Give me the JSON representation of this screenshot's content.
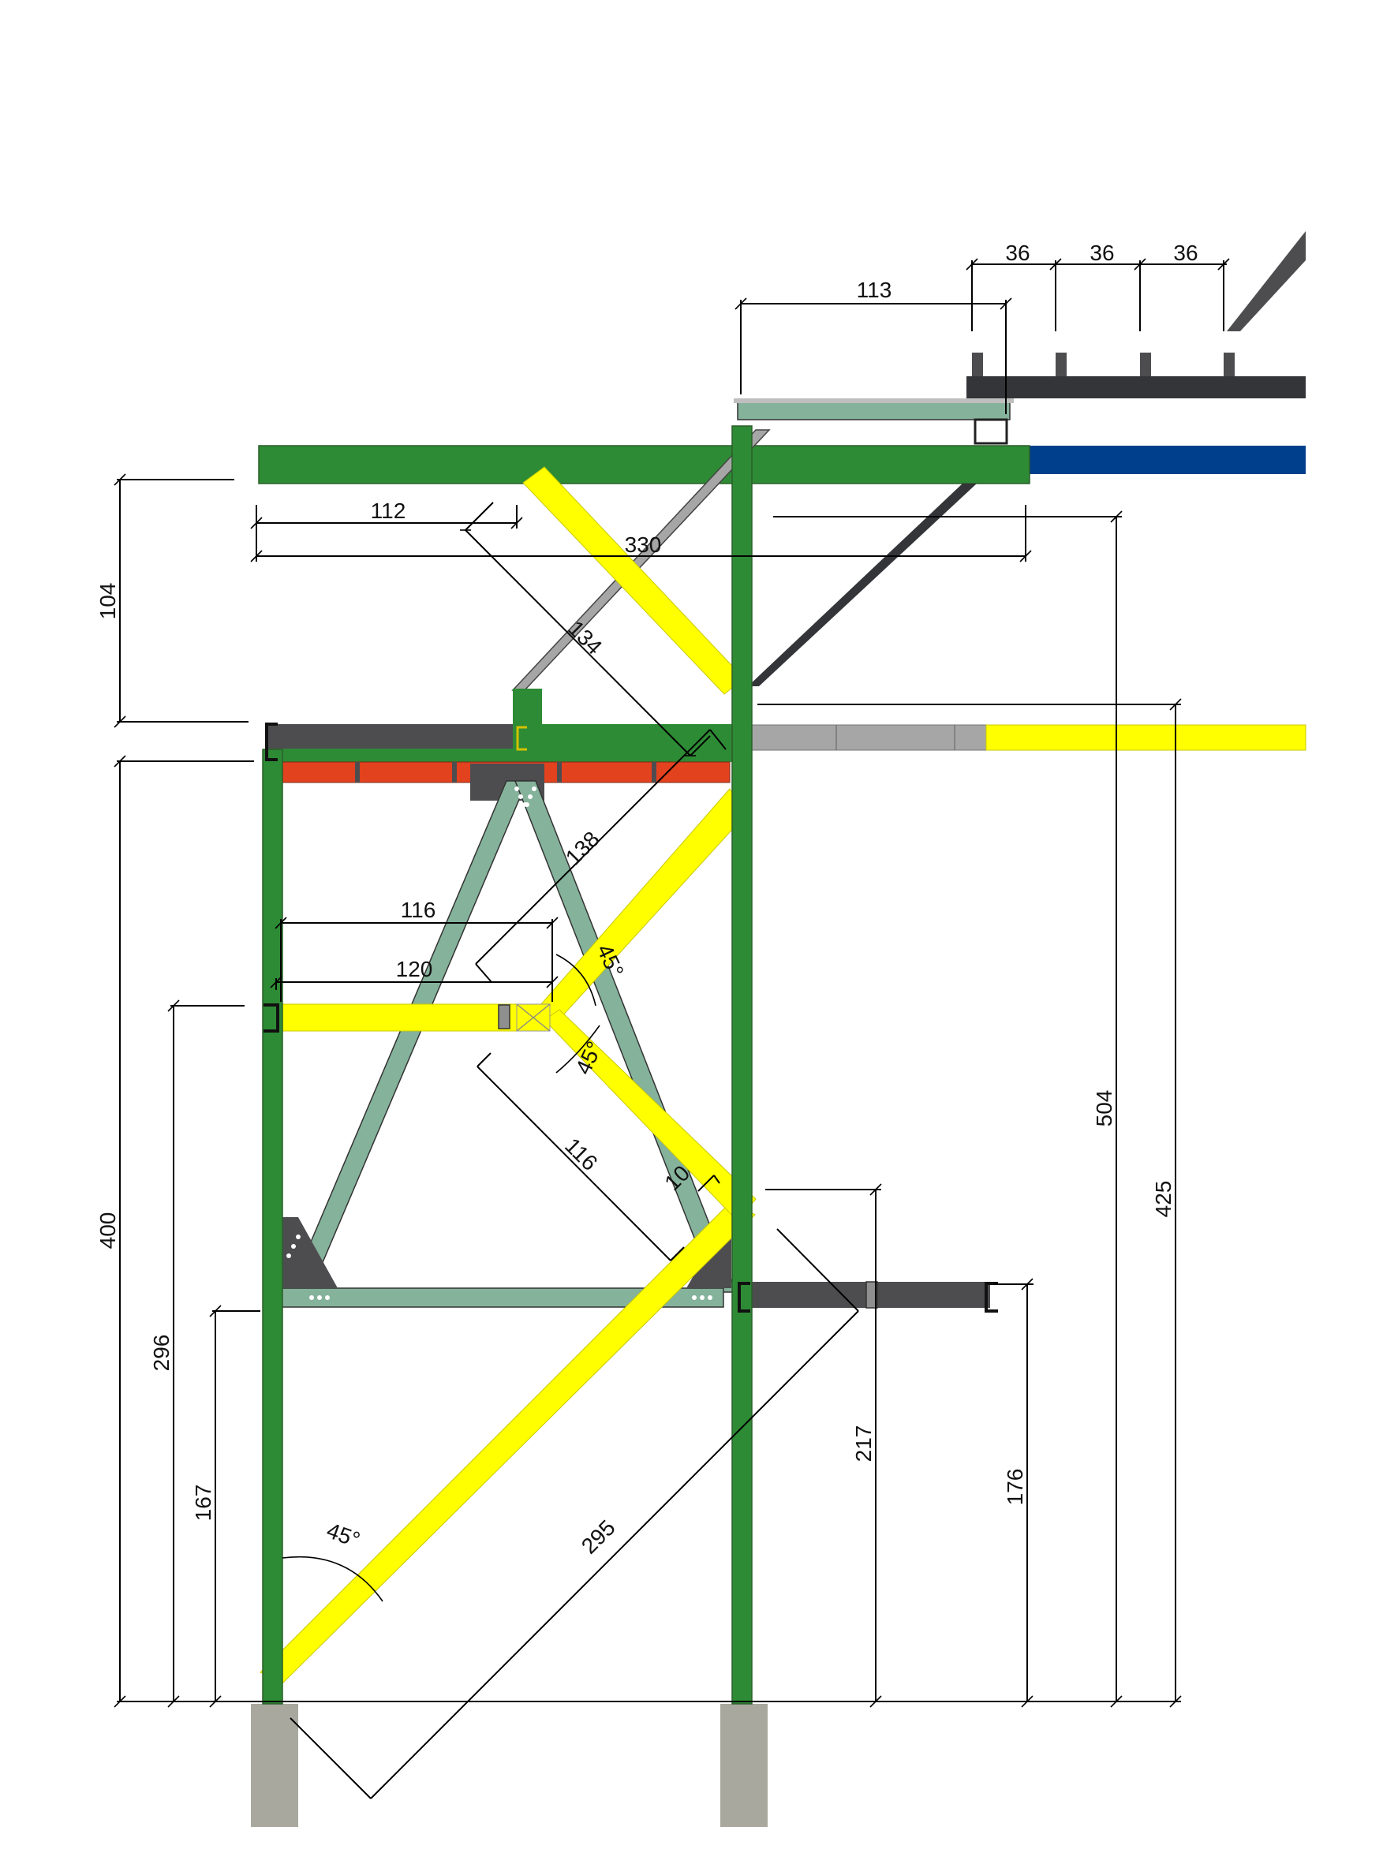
{
  "drawing": {
    "colors": {
      "column_green": "#2e8b35",
      "brace_yellow": "#ffff00",
      "strut_sage": "#85b29b",
      "beam_dark": "#4d4d50",
      "beam_red": "#e3421f",
      "beam_blue": "#003f8c",
      "brace_grey": "#a6a6a6",
      "footing_grey": "#a8a89e"
    },
    "dimensions": {
      "d_113": "113",
      "d_36a": "36",
      "d_36b": "36",
      "d_36c": "36",
      "d_112": "112",
      "d_330": "330",
      "d_104": "104",
      "d_134": "134",
      "d_138": "138",
      "d_116a": "116",
      "d_120": "120",
      "d_116b": "116",
      "d_10": "10",
      "d_400": "400",
      "d_296": "296",
      "d_167": "167",
      "d_295": "295",
      "d_217": "217",
      "d_176": "176",
      "d_504": "504",
      "d_425": "425"
    },
    "angles": {
      "a_top": "45°",
      "a_mid": "45°",
      "a_bottom": "45°"
    }
  }
}
